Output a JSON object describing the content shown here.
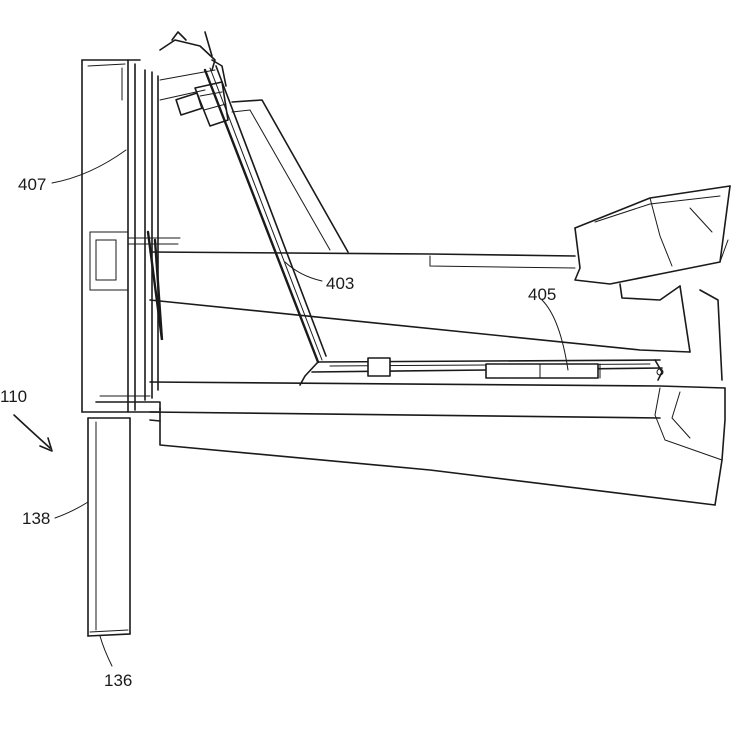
{
  "figure": {
    "labels": {
      "ref_407": "407",
      "ref_403": "403",
      "ref_405": "405",
      "ref_110": "110",
      "ref_138": "138",
      "ref_136": "136"
    }
  }
}
